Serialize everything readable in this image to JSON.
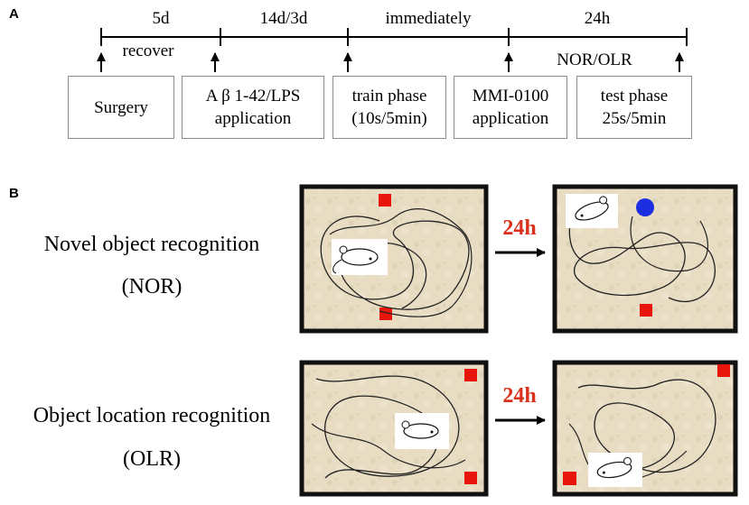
{
  "panel_a": {
    "letter": "A",
    "durations": [
      "5d",
      "14d/3d",
      "immediately",
      "24h"
    ],
    "recover_label": "recover",
    "test_label": "NOR/OLR",
    "steps": [
      {
        "line1": "Surgery",
        "line2": ""
      },
      {
        "line1": "A β 1-42/LPS",
        "line2": "application"
      },
      {
        "line1": "train phase",
        "line2": "(10s/5min)"
      },
      {
        "line1": "MMI-0100",
        "line2": "application"
      },
      {
        "line1": "test phase",
        "line2": "25s/5min"
      }
    ]
  },
  "panel_b": {
    "letter": "B",
    "rows": [
      {
        "name": "Novel object recognition",
        "abbr": "(NOR)",
        "delay": "24h"
      },
      {
        "name": "Object location recognition",
        "abbr": "(OLR)",
        "delay": "24h"
      }
    ]
  },
  "colors": {
    "delay_text": "#d9311c",
    "object_square": "#e8150c",
    "object_circle": "#1c2ee0",
    "arena_fill": "#e8dcc3",
    "arena_border": "#111111"
  }
}
